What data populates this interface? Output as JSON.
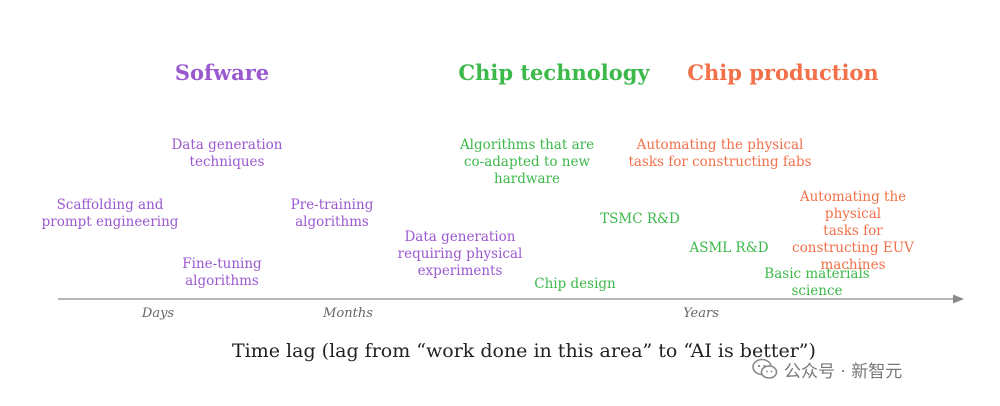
{
  "colors": {
    "purple": "#9B59D0",
    "green": "#3DB84A",
    "orange": "#F2704A",
    "axis": "#8a8a8a"
  },
  "headings": {
    "software": "Sofware",
    "chip_technology": "Chip technology",
    "chip_production": "Chip production"
  },
  "software_items": {
    "data_generation": "Data generation\ntechniques",
    "scaffolding": "Scaffolding and\nprompt engineering",
    "fine_tuning": "Fine-tuning\nalgorithms",
    "pretraining": "Pre-training\nalgorithms",
    "data_generation_physical": "Data generation\nrequiring physical\nexperiments"
  },
  "chip_technology_items": {
    "algorithms_coadapted": "Algorithms that are\nco-adapted to new\nhardware",
    "tsmc": "TSMC R&D",
    "asml": "ASML R&D",
    "chip_design": "Chip design",
    "basic_materials": "Basic materials\nscience"
  },
  "chip_production_items": {
    "automating_fabs": "Automating the physical\ntasks for constructing fabs",
    "automating_euv": "Automating the physical\ntasks for constructing EUV\nmachines"
  },
  "axis_ticks": {
    "days": "Days",
    "months": "Months",
    "years": "Years"
  },
  "caption": "Time lag (lag from “work done in this area” to “AI is better”)",
  "watermark": {
    "text": "公众号 · 新智元",
    "icon": "wechat-icon"
  }
}
